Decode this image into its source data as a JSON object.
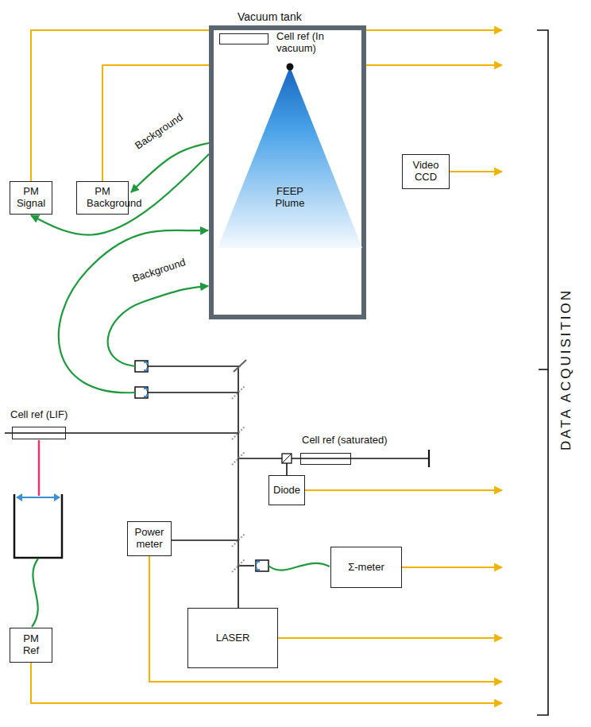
{
  "diagram": {
    "nodes": [
      {
        "text": [
          "Vacuum tank"
        ]
      },
      {
        "text": [
          "Cell ref (In vacuum)"
        ],
        "in": 0
      },
      {
        "text": [
          "FEEP Plume"
        ],
        "in": 0
      },
      {
        "text": [
          "PM Signal"
        ]
      },
      {
        "text": [
          "PM Background"
        ]
      },
      {
        "text": [
          "Video CCD"
        ]
      },
      {
        "text": [
          "DATA ACQUISITION"
        ]
      },
      {
        "text": [
          "Cell ref (LIF)"
        ]
      },
      {
        "text": [
          "Cell ref (saturated)"
        ]
      },
      {
        "text": [
          "Diode"
        ]
      },
      {
        "text": [
          "Power meter"
        ]
      },
      {
        "text": [
          "Σ-meter"
        ]
      },
      {
        "text": [
          "LASER"
        ]
      },
      {
        "text": [
          "PM Ref"
        ]
      }
    ],
    "edges": [
      {
        "from": 0,
        "to": 4,
        "arrow": "to",
        "label": "Background"
      },
      {
        "from": 0,
        "to": 3,
        "arrow": "to"
      },
      {
        "from": 3,
        "to": 6,
        "arrow": "to"
      },
      {
        "from": 4,
        "to": 6,
        "arrow": "to"
      },
      {
        "from": 5,
        "to": 6,
        "arrow": "to"
      },
      {
        "from": 9,
        "to": 6,
        "arrow": "to"
      },
      {
        "from": 11,
        "to": 6,
        "arrow": "to"
      },
      {
        "from": 12,
        "to": 6,
        "arrow": "to"
      },
      {
        "from": 10,
        "to": 6,
        "arrow": "to"
      },
      {
        "from": 13,
        "to": 6,
        "arrow": "to"
      }
    ],
    "labels": [
      "Background"
    ]
  }
}
